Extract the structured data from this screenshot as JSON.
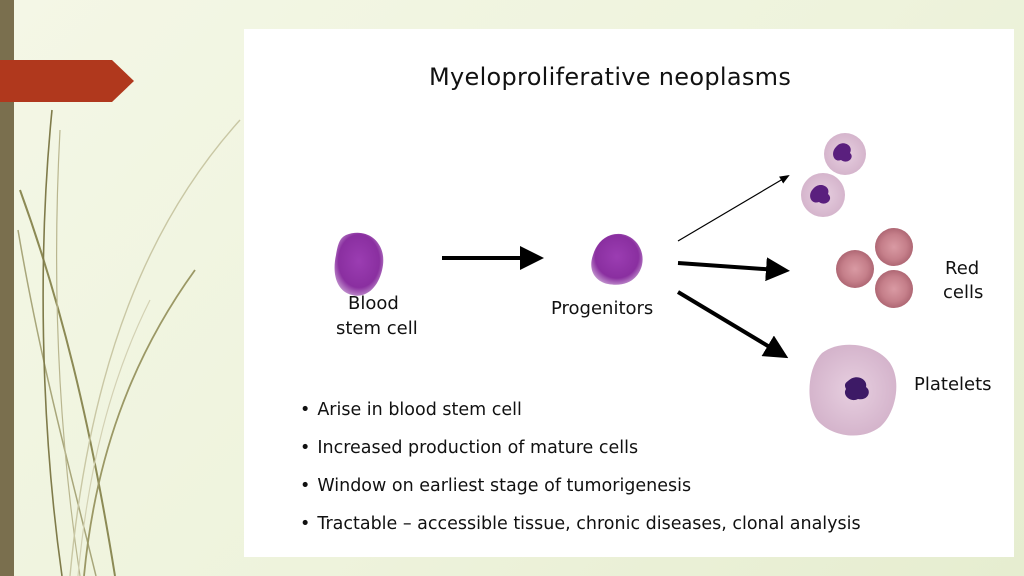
{
  "slide": {
    "title": "Myeloproliferative neoplasms",
    "labels": {
      "blood_stem_cell_line1": "Blood",
      "blood_stem_cell_line2": "stem cell",
      "progenitors": "Progenitors",
      "red_cells_line1": "Red",
      "red_cells_line2": "cells",
      "platelets": "Platelets"
    },
    "bullets": [
      "Arise in blood stem cell",
      "Increased production of mature cells",
      "Window on earliest stage of tumorigenesis",
      "Tractable – accessible tissue, chronic diseases, clonal analysis"
    ]
  },
  "colors": {
    "background": "#eef3dc",
    "left_bar": "#7a6f4e",
    "tab_accent": "#b0381d",
    "cell_purple": "#8a2fa0",
    "red_cell": "#c57f8a"
  }
}
